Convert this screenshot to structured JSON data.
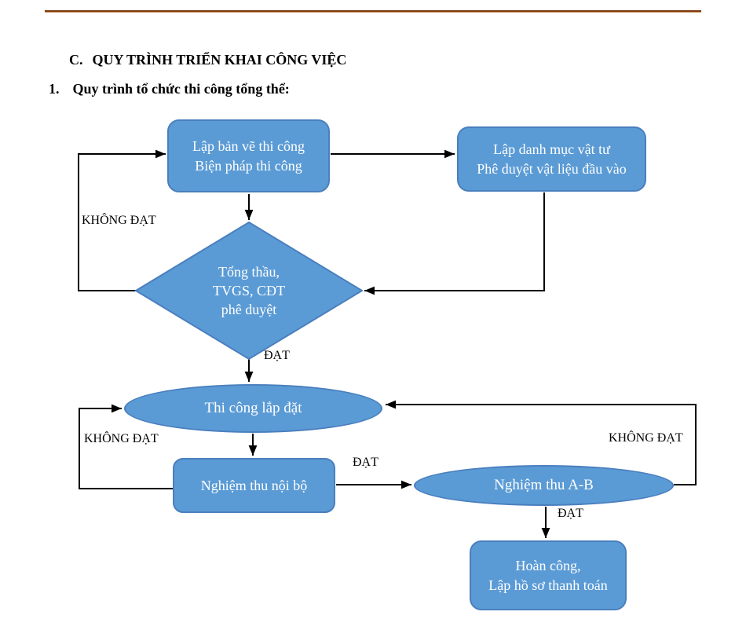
{
  "headings": {
    "section": {
      "marker": "C.",
      "title": "QUY TRÌNH TRIỂN KHAI CÔNG VIỆC"
    },
    "subsection": {
      "marker": "1.",
      "title": "Quy trình tổ chức thi công tổng thể:"
    }
  },
  "flowchart": {
    "colors": {
      "shape_fill": "#5b9bd5",
      "shape_border": "#4a7fbe",
      "shape_text": "#ffffff",
      "connector": "#000000",
      "label_text": "#000000",
      "top_rule": "#7e3d12"
    },
    "nodes": {
      "shop_drawing": {
        "lines": [
          "Lập bản vẽ thi công",
          "Biện pháp thi công"
        ]
      },
      "material_list": {
        "lines": [
          "Lập danh mục vật tư",
          "Phê duyệt vật liệu đầu vào"
        ]
      },
      "approval_decision": {
        "lines": [
          "Tổng thầu,",
          "TVGS, CĐT",
          "phê duyệt"
        ]
      },
      "construction": {
        "label": "Thi công lắp đặt"
      },
      "internal_acceptance": {
        "label": "Nghiệm thu nội bộ"
      },
      "ab_acceptance": {
        "label": "Nghiệm thu A-B"
      },
      "handover": {
        "lines": [
          "Hoàn công,",
          "Lập hồ sơ thanh toán"
        ]
      }
    },
    "edge_labels": {
      "fail_top": "KHÔNG ĐẠT",
      "pass_approval": "ĐẠT",
      "fail_internal": "KHÔNG ĐẠT",
      "pass_internal": "ĐẠT",
      "fail_ab": "KHÔNG ĐẠT",
      "pass_ab": "ĐẠT"
    }
  }
}
